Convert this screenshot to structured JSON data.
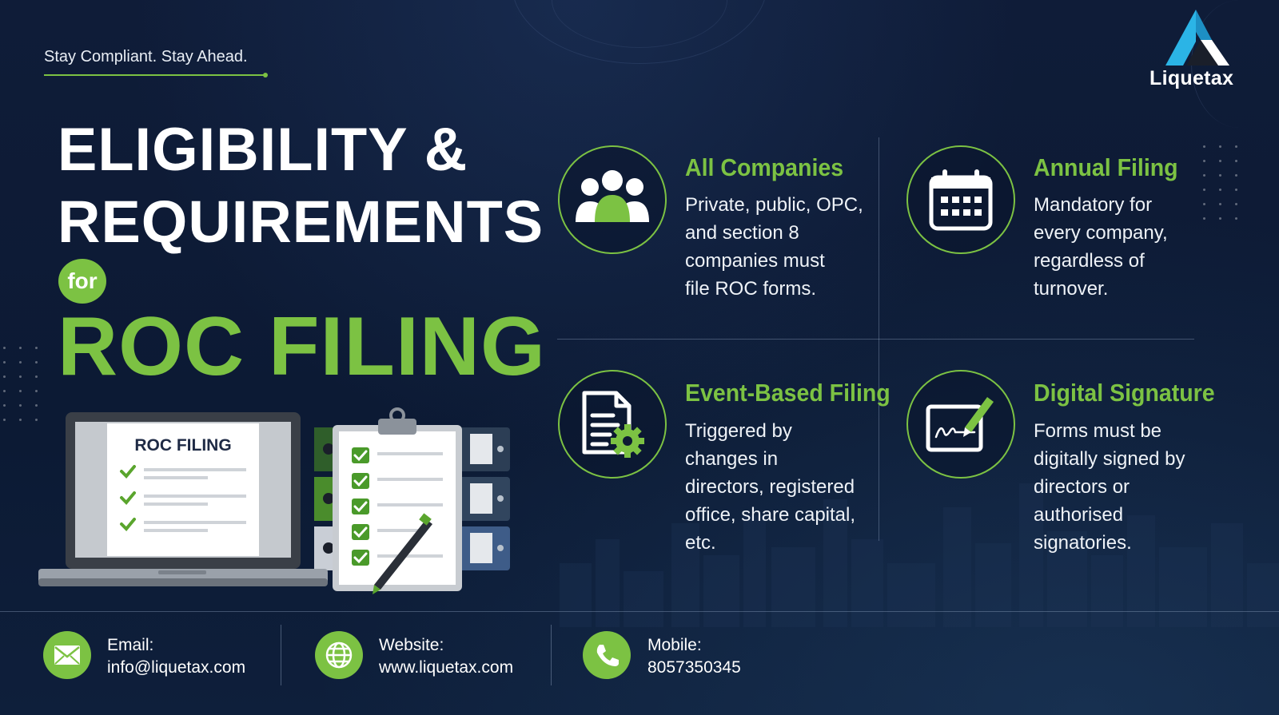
{
  "brand": {
    "name": "Liquetax",
    "accent": "#7cc243",
    "background": "#0d1a33",
    "logo_blue": "#2bb4e6"
  },
  "tagline": "Stay Compliant. Stay Ahead.",
  "headline": {
    "line1": "ELIGIBILITY &",
    "line2": "REQUIREMENTS",
    "connector": "for",
    "line3": "ROC FILING"
  },
  "illustration": {
    "laptop_screen_title": "ROC FILING"
  },
  "cards": [
    {
      "icon": "people-icon",
      "title": "All Companies",
      "text": [
        "Private, public, OPC,",
        "and section 8",
        "companies must",
        "file ROC forms."
      ]
    },
    {
      "icon": "calendar-icon",
      "title": "Annual Filing",
      "text": [
        "Mandatory for",
        "every company,",
        "regardless of",
        "turnover."
      ]
    },
    {
      "icon": "document-gear-icon",
      "title": "Event-Based Filing",
      "text": [
        "Triggered by",
        "changes in",
        "directors, registered",
        "office, share capital,",
        "etc."
      ]
    },
    {
      "icon": "signature-icon",
      "title": "Digital Signature",
      "text": [
        "Forms must be",
        "digitally signed by",
        "directors or",
        "authorised",
        "signatories."
      ]
    }
  ],
  "contacts": [
    {
      "icon": "email-icon",
      "label": "Email:",
      "value": "info@liquetax.com"
    },
    {
      "icon": "globe-icon",
      "label": "Website:",
      "value": "www.liquetax.com"
    },
    {
      "icon": "phone-icon",
      "label": "Mobile:",
      "value": "8057350345"
    }
  ]
}
